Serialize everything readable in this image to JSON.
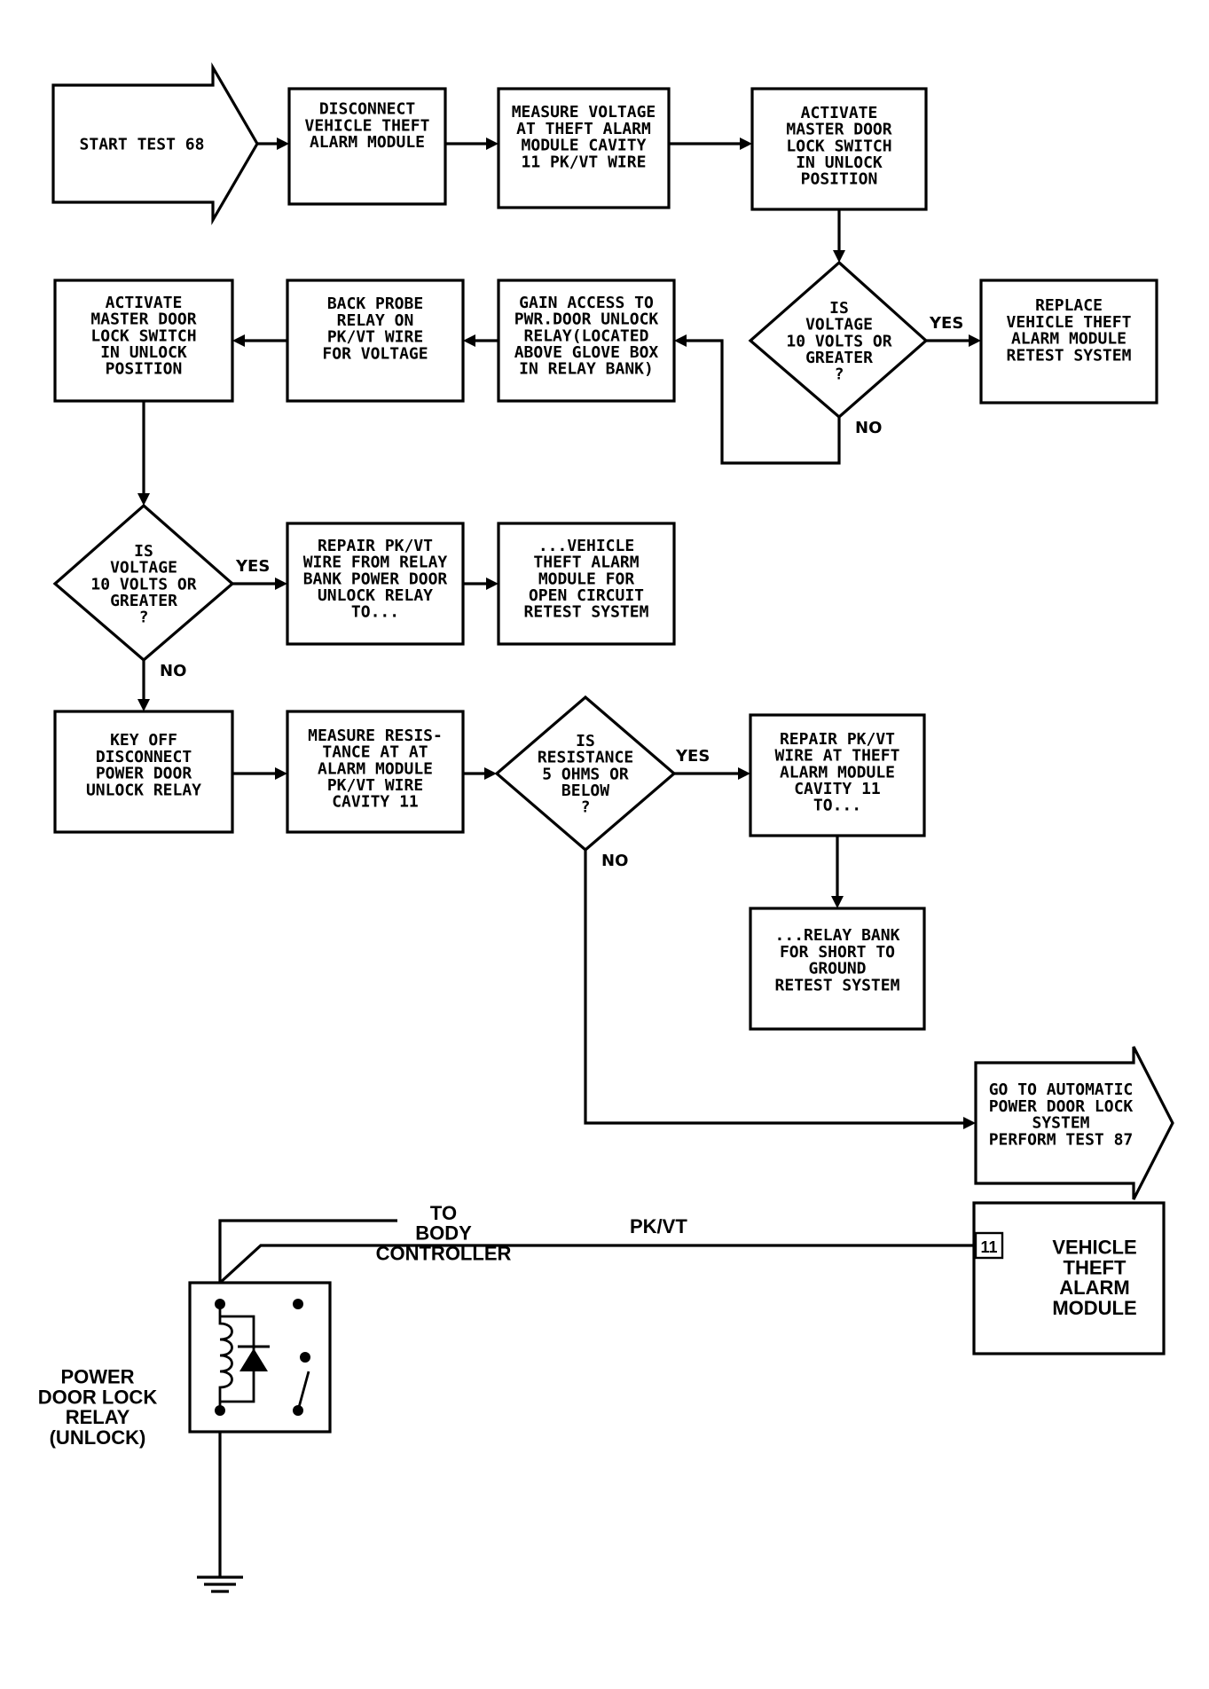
{
  "flowchart": {
    "start": [
      "START TEST 68"
    ],
    "step_disconnect_module": [
      "DISCONNECT",
      "VEHICLE THEFT",
      "ALARM MODULE"
    ],
    "step_measure_voltage": [
      "MEASURE VOLTAGE",
      "AT THEFT ALARM",
      "MODULE CAVITY",
      "11 PK/VT WIRE"
    ],
    "step_activate_switch_1": [
      "ACTIVATE",
      "MASTER DOOR",
      "LOCK SWITCH",
      "IN UNLOCK",
      "POSITION"
    ],
    "decision_voltage_1": [
      "IS",
      "VOLTAGE",
      "10 VOLTS OR",
      "GREATER",
      "?"
    ],
    "step_replace_module": [
      "REPLACE",
      "VEHICLE THEFT",
      "ALARM MODULE",
      "RETEST SYSTEM"
    ],
    "step_gain_access": [
      "GAIN ACCESS TO",
      "PWR.DOOR UNLOCK",
      "RELAY(LOCATED",
      "ABOVE GLOVE BOX",
      "IN RELAY BANK)"
    ],
    "step_back_probe": [
      "BACK PROBE",
      "RELAY ON",
      "PK/VT WIRE",
      "FOR VOLTAGE"
    ],
    "step_activate_switch_2": [
      "ACTIVATE",
      "MASTER DOOR",
      "LOCK SWITCH",
      "IN UNLOCK",
      "POSITION"
    ],
    "decision_voltage_2": [
      "IS",
      "VOLTAGE",
      "10 VOLTS OR",
      "GREATER",
      "?"
    ],
    "step_repair_wire_relay": [
      "REPAIR PK/VT",
      "WIRE FROM RELAY",
      "BANK POWER DOOR",
      "UNLOCK RELAY",
      "TO..."
    ],
    "step_open_circuit": [
      "...VEHICLE",
      "THEFT ALARM",
      "MODULE FOR",
      "OPEN CIRCUIT",
      "RETEST SYSTEM"
    ],
    "step_key_off": [
      "KEY OFF",
      "DISCONNECT",
      "POWER DOOR",
      "UNLOCK RELAY"
    ],
    "step_measure_resistance": [
      "MEASURE RESIS-",
      "TANCE AT AT",
      "ALARM MODULE",
      "PK/VT WIRE",
      "CAVITY 11"
    ],
    "decision_resistance": [
      "IS",
      "RESISTANCE",
      "5 OHMS OR",
      "BELOW",
      "?"
    ],
    "step_repair_wire_module": [
      "REPAIR PK/VT",
      "WIRE AT THEFT",
      "ALARM MODULE",
      "CAVITY 11",
      "TO..."
    ],
    "step_short_to_ground": [
      "...RELAY BANK",
      "FOR SHORT TO",
      "GROUND",
      "RETEST SYSTEM"
    ],
    "goto_box": [
      "GO TO AUTOMATIC",
      "POWER DOOR LOCK",
      "SYSTEM",
      "PERFORM TEST 87"
    ],
    "yes_label": "YES",
    "no_label": "NO"
  },
  "schematic": {
    "to_body_controller": [
      "TO",
      "BODY",
      "CONTROLLER"
    ],
    "wire_label": "PK/VT",
    "cavity_number": "11",
    "module_label": [
      "VEHICLE",
      "THEFT",
      "ALARM",
      "MODULE"
    ],
    "relay_label": [
      "POWER",
      "DOOR LOCK",
      "RELAY",
      "(UNLOCK)"
    ]
  }
}
